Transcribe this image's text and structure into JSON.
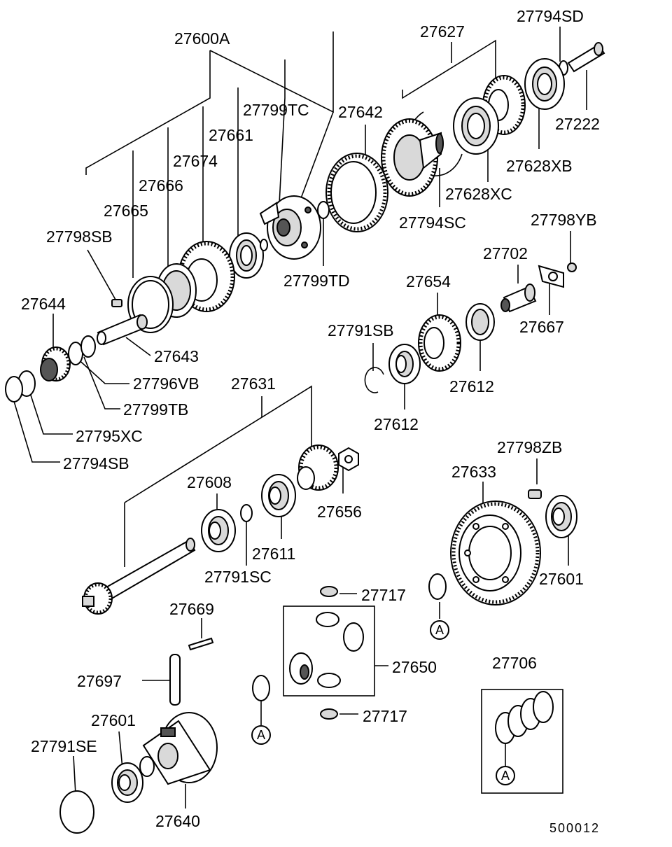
{
  "labels": {
    "l27794SD": "27794SD",
    "l27627": "27627",
    "l27600A": "27600A",
    "l27799TC": "27799TC",
    "l27642": "27642",
    "l27661": "27661",
    "l27674": "27674",
    "l27666": "27666",
    "l27665": "27665",
    "l27798SB": "27798SB",
    "l27222": "27222",
    "l27628XB": "27628XB",
    "l27628XC": "27628XC",
    "l27794SC": "27794SC",
    "l27799TD": "27799TD",
    "l27798YB": "27798YB",
    "l27702": "27702",
    "l27654": "27654",
    "l27667": "27667",
    "l27791SB": "27791SB",
    "l27612a": "27612",
    "l27612b": "27612",
    "l27644": "27644",
    "l27643": "27643",
    "l27796VB": "27796VB",
    "l27631": "27631",
    "l27799TB": "27799TB",
    "l27795XC": "27795XC",
    "l27794SB": "27794SB",
    "l27608": "27608",
    "l27656": "27656",
    "l27798ZB": "27798ZB",
    "l27633": "27633",
    "l27611": "27611",
    "l27791SC": "27791SC",
    "l27601a": "27601",
    "l27717a": "27717",
    "l27669": "27669",
    "l27650": "27650",
    "l27697": "27697",
    "l27706": "27706",
    "l27717b": "27717",
    "l27601b": "27601",
    "l27791SE": "27791SE",
    "l27640": "27640"
  },
  "refs": {
    "a1": "A",
    "a2": "A",
    "a3": "A"
  },
  "footer": {
    "code": "500012"
  }
}
